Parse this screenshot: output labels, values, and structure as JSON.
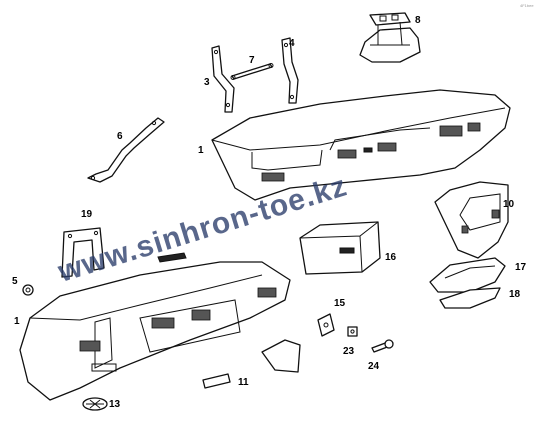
{
  "diagram": {
    "corner_code": "4F1bee",
    "watermark": "www.sinhron-toe.kz",
    "callouts": {
      "c1_upper": "1",
      "c1_lower": "1",
      "c3": "3",
      "c4": "4",
      "c5": "5",
      "c6": "6",
      "c7": "7",
      "c8": "8",
      "c10": "10",
      "c11": "11",
      "c13": "13",
      "c15": "15",
      "c16": "16",
      "c17": "17",
      "c18": "18",
      "c19": "19",
      "c23": "23",
      "c24": "24"
    }
  }
}
